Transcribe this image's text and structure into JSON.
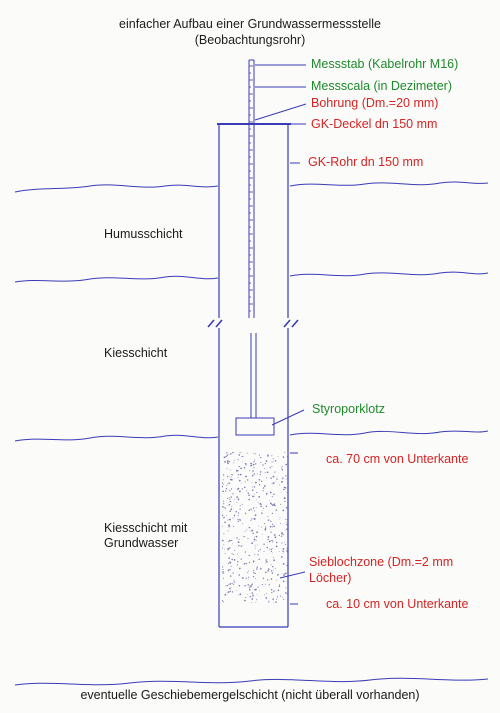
{
  "title": {
    "line1": "einfacher Aufbau einer Grundwassermessstelle",
    "line2": "(Beobachtungsrohr)"
  },
  "labels": {
    "messstab": "Messstab (Kabelrohr M16)",
    "messscala": "Messscala (in Dezimeter)",
    "bohrung": "Bohrung (Dm.=20 mm)",
    "deckel": "GK-Deckel dn 150 mm",
    "rohr": "GK-Rohr dn 150 mm",
    "styropor": "Styroporklotz",
    "unterkante70": "ca. 70 cm von Unterkante",
    "sieb1": "Sieblochzone (Dm.=2 mm",
    "sieb2": "Löcher)",
    "unterkante10": "ca. 10 cm von Unterkante"
  },
  "layers": {
    "humus": "Humusschicht",
    "kies": "Kiesschicht",
    "grundwasser1": "Kiesschicht mit",
    "grundwasser2": "Grundwasser",
    "bottom": "eventuelle Geschiebemergelschicht (nicht überall vorhanden)"
  },
  "colors": {
    "ink": "#3b3bb8",
    "green": "#1f8a2c",
    "red": "#d42424"
  }
}
